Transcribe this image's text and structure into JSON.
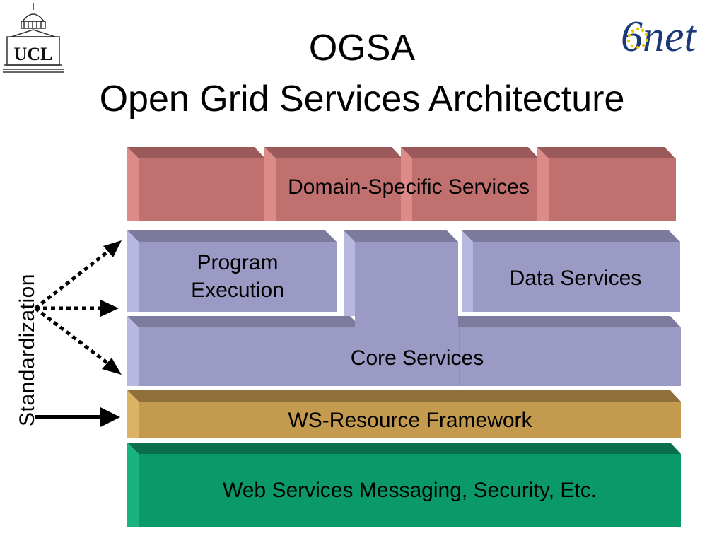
{
  "slide": {
    "title_line1": "OGSA",
    "title_line2": "Open Grid Services Architecture"
  },
  "logos": {
    "left_text": "UCL",
    "right_text": "6net"
  },
  "layers": {
    "domain": "Domain-Specific Services",
    "program": "Program\nExecution",
    "data": "Data Services",
    "core": "Core Services",
    "wsrf": "WS-Resource Framework",
    "web": "Web Services Messaging, Security, Etc."
  },
  "side_label": "Standardization",
  "colors": {
    "domain": "#c0706f",
    "domain_top": "#9a5a59",
    "domain_side": "#dd8b89",
    "services": "#9b9ac4",
    "services_top": "#7c7b9e",
    "services_side": "#b8b7e0",
    "wsrf": "#c49b4e",
    "wsrf_top": "#8f703a",
    "wsrf_side": "#dcb264",
    "web": "#0a9a6a",
    "web_top": "#0a6d4d",
    "web_side": "#18b380",
    "rule": "#c0504d"
  },
  "icons": {
    "left_logo": "ucl-dome-logo-icon",
    "right_logo": "6net-globe-logo-icon"
  }
}
